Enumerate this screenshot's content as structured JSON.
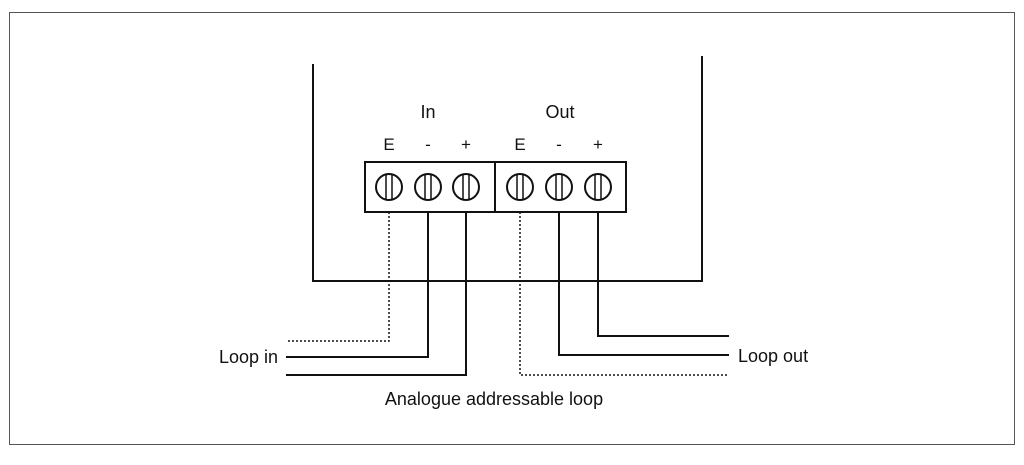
{
  "terminal_groups": [
    {
      "label": "In",
      "terminals": [
        "E",
        "-",
        "+"
      ]
    },
    {
      "label": "Out",
      "terminals": [
        "E",
        "-",
        "+"
      ]
    }
  ],
  "wire_labels": {
    "left": "Loop in",
    "right": "Loop out",
    "bottom": "Analogue addressable loop"
  },
  "colors": {
    "line": "#111111",
    "frame": "#444444",
    "background": "#ffffff"
  }
}
